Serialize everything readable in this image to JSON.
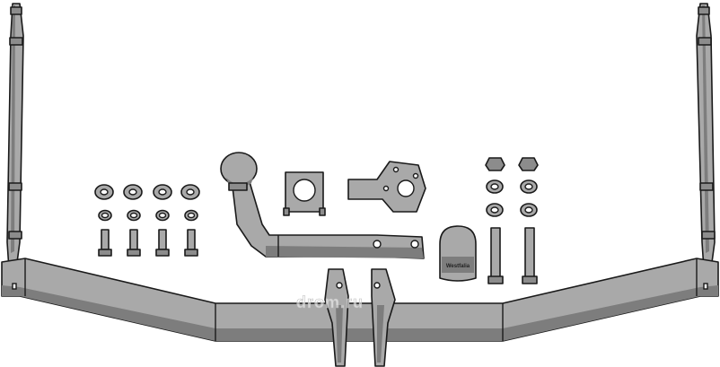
{
  "image": {
    "subject": "tow bar kit exploded view",
    "background_color": "#ffffff",
    "part_color": "#a9a9a9",
    "outline_color": "#1a1a1a"
  },
  "socket_cap": {
    "label": "Westfalia"
  },
  "watermark": {
    "text": "drom.ru"
  }
}
